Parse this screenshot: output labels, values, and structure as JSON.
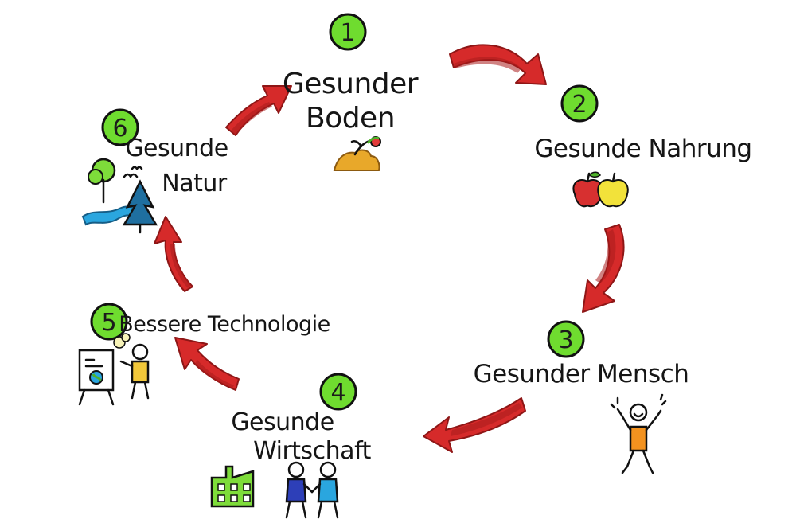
{
  "steps": [
    {
      "number": "1",
      "line1": "Gesunder",
      "line2": "Boden"
    },
    {
      "number": "2",
      "line1": "Gesunde Nahrung",
      "line2": ""
    },
    {
      "number": "3",
      "line1": "Gesunder Mensch",
      "line2": ""
    },
    {
      "number": "4",
      "line1": "Gesunde",
      "line2": "Wirtschaft"
    },
    {
      "number": "5",
      "line1": "Bessere Technologie",
      "line2": ""
    },
    {
      "number": "6",
      "line1": "Gesunde",
      "line2": "Natur"
    }
  ],
  "colors": {
    "badge": "#6fdc2f",
    "arrow": "#d62a2a",
    "ink": "#111111"
  },
  "icons": [
    "soil-plant-icon",
    "apples-icon",
    "happy-person-icon",
    "handshake-factory-icon",
    "presenter-flipchart-icon",
    "nature-tree-river-icon"
  ]
}
